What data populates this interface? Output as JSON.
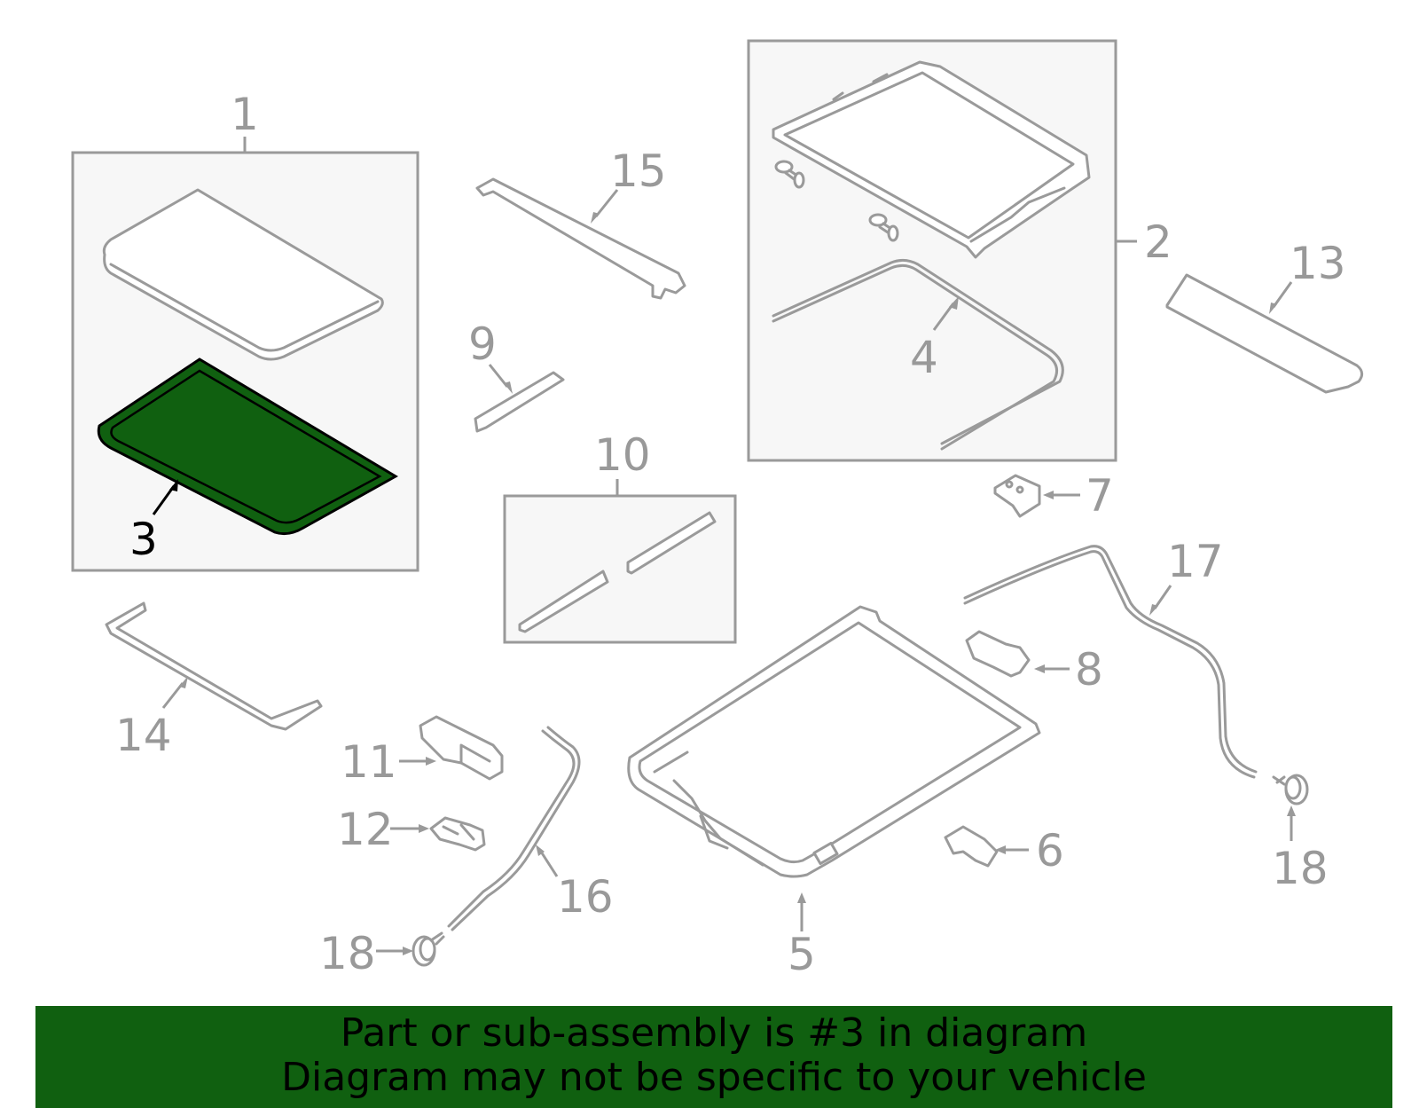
{
  "diagram": {
    "highlight_color": "#106010",
    "highlighted_part": "3",
    "callouts": {
      "c1": "1",
      "c2": "2",
      "c3": "3",
      "c4": "4",
      "c5": "5",
      "c6": "6",
      "c7": "7",
      "c8": "8",
      "c9": "9",
      "c10": "10",
      "c11": "11",
      "c12": "12",
      "c13": "13",
      "c14": "14",
      "c15": "15",
      "c16": "16",
      "c17": "17",
      "c18a": "18",
      "c18b": "18"
    }
  },
  "banner": {
    "line1": "Part or sub-assembly is #3 in diagram",
    "line2": "Diagram may not be specific to your vehicle"
  }
}
